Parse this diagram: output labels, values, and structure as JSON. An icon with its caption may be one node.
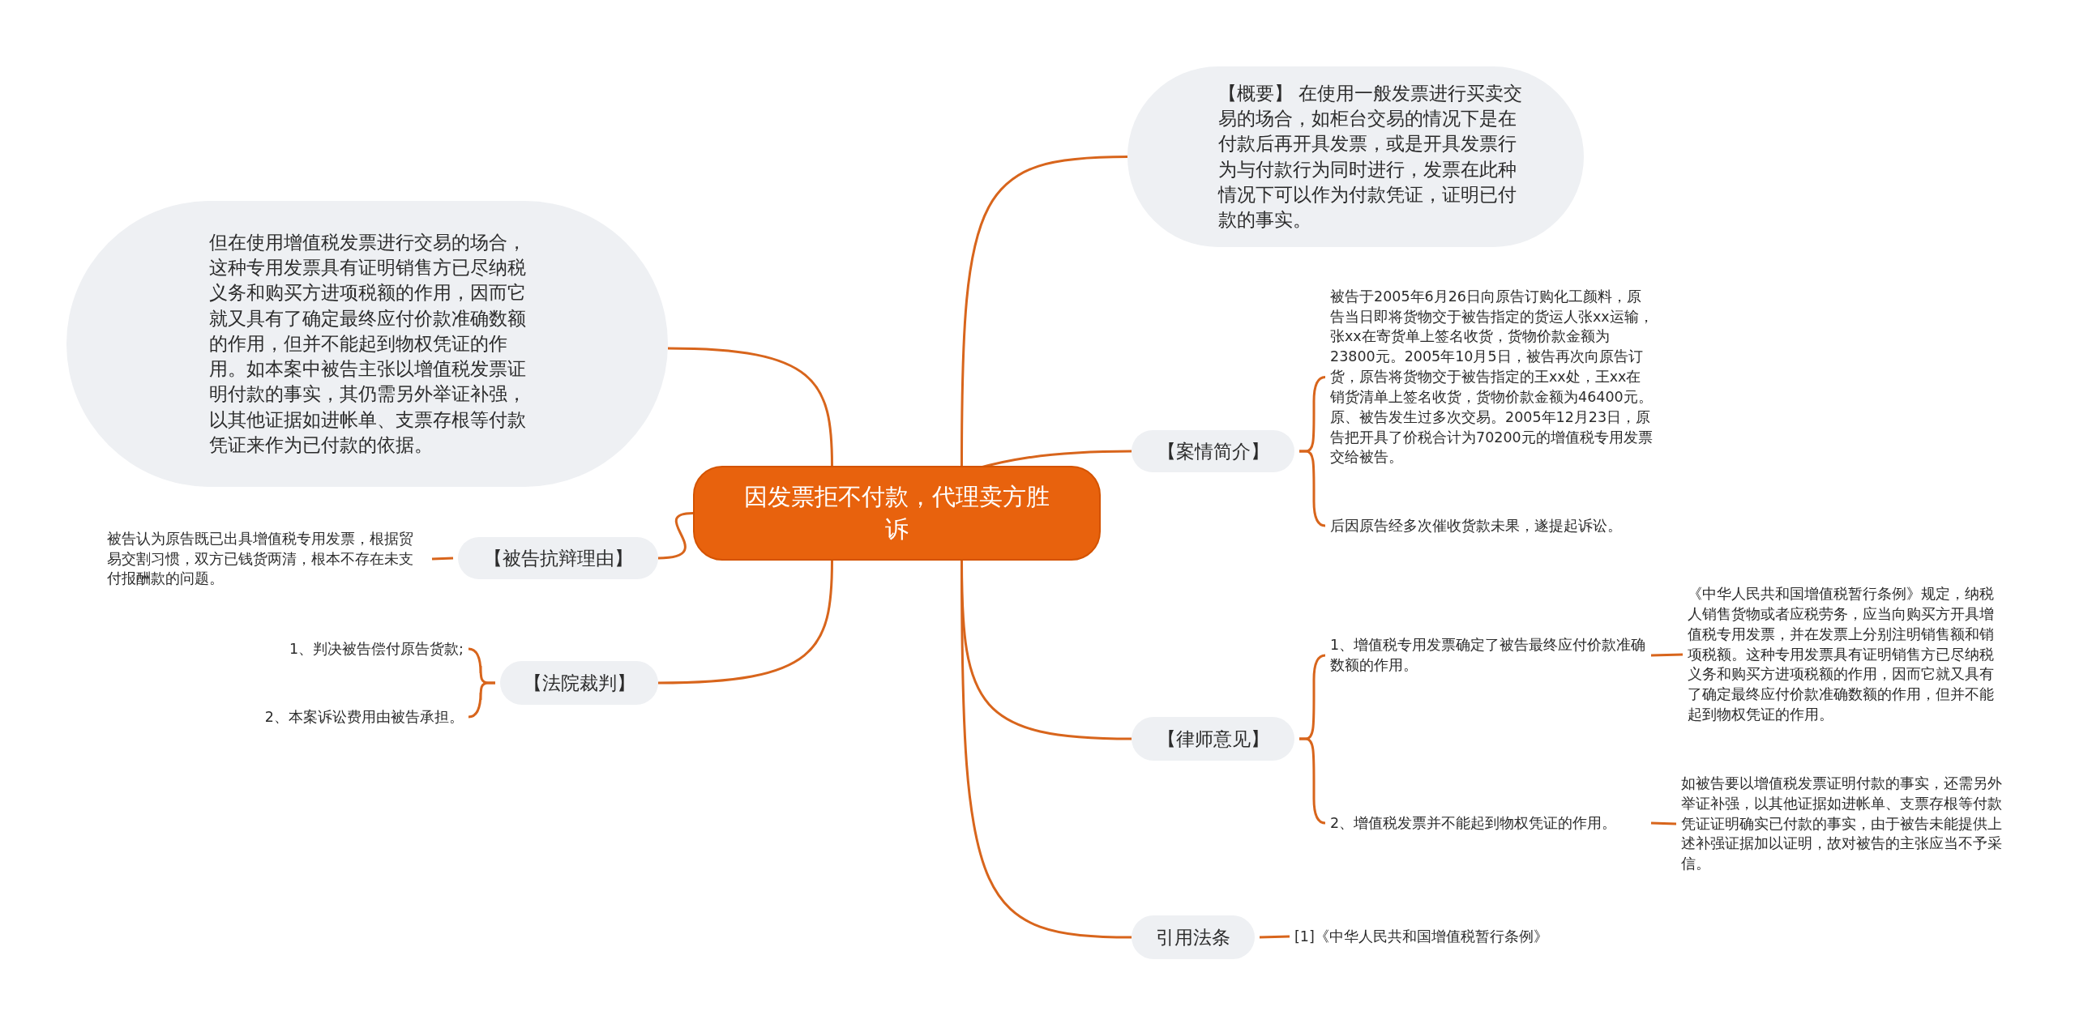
{
  "diagram": {
    "nodes": [
      {
        "text": [
          "因发票拒不付款，代理卖方胜诉"
        ]
      },
      {
        "text": [
          "【概要】 在使用一般发票进行买卖交易的场合，如柜台交易的情况下是在付款后再开具发票，或是开具发票行为与付款行为同时进行，发票在此种情况下可以作为付款凭证，证明已付款的事实。"
        ]
      },
      {
        "text": [
          "但在使用增值税发票进行交易的场合，这种专用发票具有证明销售方已尽纳税义务和购买方进项税额的作用，因而它就又具有了确定最终应付价款准确数额的作用，但并不能起到物权凭证的作用。如本案中被告主张以增值税发票证明付款的事实，其仍需另外举证补强，以其他证据如进帐单、支票存根等付款凭证来作为已付款的依据。"
        ]
      },
      {
        "text": [
          "【案情简介】"
        ]
      },
      {
        "text": [
          "被告于2005年6月26日向原告订购化工颜料，原告当日即将货物交于被告指定的货运人张xx运输，张xx在寄货单上签名收货，货物价款金额为23800元。2005年10月5日，被告再次向原告订货，原告将货物交于被告指定的王xx处，王xx在销货清单上签名收货，货物价款金额为46400元。原、被告发生过多次交易。2005年12月23日，原告把开具了价税合计为70200元的增值税专用发票交给被告。"
        ]
      },
      {
        "text": [
          "后因原告经多次催收货款未果，遂提起诉讼。"
        ]
      },
      {
        "text": [
          "【被告抗辩理由】"
        ]
      },
      {
        "text": [
          "被告认为原告既已出具增值税专用发票，根据贸易交割习惯，双方已钱货两清，根本不存在未支付报酬款的问题。"
        ]
      },
      {
        "text": [
          "【法院裁判】"
        ]
      },
      {
        "text": [
          "1、判决被告偿付原告货款;"
        ]
      },
      {
        "text": [
          "2、本案诉讼费用由被告承担。"
        ]
      },
      {
        "text": [
          "【律师意见】"
        ]
      },
      {
        "text": [
          "1、增值税专用发票确定了被告最终应付价款准确数额的作用。"
        ]
      },
      {
        "text": [
          "《中华人民共和国增值税暂行条例》规定，纳税人销售货物或者应税劳务，应当向购买方开具增值税专用发票，并在发票上分别注明销售额和销项税额。这种专用发票具有证明销售方已尽纳税义务和购买方进项税额的作用，因而它就又具有了确定最终应付价款准确数额的作用，但并不能起到物权凭证的作用。"
        ]
      },
      {
        "text": [
          "2、增值税发票并不能起到物权凭证的作用。"
        ]
      },
      {
        "text": [
          "如被告要以增值税发票证明付款的事实，还需另外举证补强，以其他证据如进帐单、支票存根等付款凭证证明确实已付款的事实，由于被告未能提供上述补强证据加以证明，故对被告的主张应当不予采信。"
        ]
      },
      {
        "text": [
          "引用法条"
        ]
      },
      {
        "text": [
          "[1]《中华人民共和国增值税暂行条例》"
        ]
      }
    ],
    "edges": [
      {
        "from": 0,
        "to": 1,
        "arrow": "none"
      },
      {
        "from": 0,
        "to": 2,
        "arrow": "none"
      },
      {
        "from": 0,
        "to": 3,
        "arrow": "none"
      },
      {
        "from": 3,
        "to": 4,
        "arrow": "none"
      },
      {
        "from": 3,
        "to": 5,
        "arrow": "none"
      },
      {
        "from": 0,
        "to": 6,
        "arrow": "none"
      },
      {
        "from": 6,
        "to": 7,
        "arrow": "none"
      },
      {
        "from": 0,
        "to": 8,
        "arrow": "none"
      },
      {
        "from": 8,
        "to": 9,
        "arrow": "none"
      },
      {
        "from": 8,
        "to": 10,
        "arrow": "none"
      },
      {
        "from": 0,
        "to": 11,
        "arrow": "none"
      },
      {
        "from": 11,
        "to": 12,
        "arrow": "none"
      },
      {
        "from": 12,
        "to": 13,
        "arrow": "none"
      },
      {
        "from": 11,
        "to": 14,
        "arrow": "none"
      },
      {
        "from": 14,
        "to": 15,
        "arrow": "none"
      },
      {
        "from": 0,
        "to": 16,
        "arrow": "none"
      },
      {
        "from": 16,
        "to": 17,
        "arrow": "none"
      }
    ]
  }
}
